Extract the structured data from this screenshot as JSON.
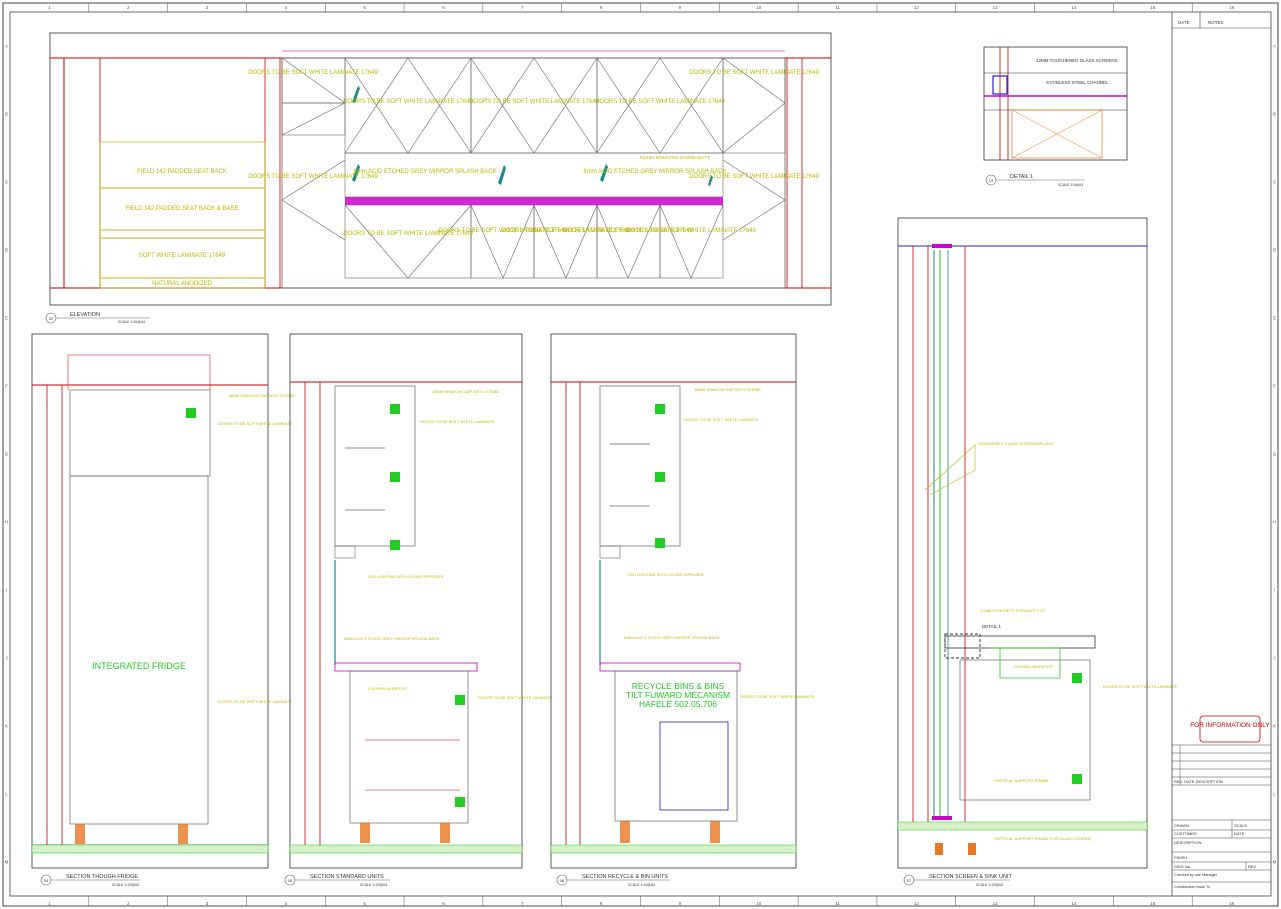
{
  "colors": {
    "frame": "#333333",
    "red": "#cc0000",
    "yellow": "#b8b800",
    "green": "#22cc22",
    "magenta": "#cc00cc",
    "blue": "#2222cc",
    "teal": "#1a8a8a",
    "orange": "#e87722",
    "grey": "#888888"
  },
  "grid": {
    "cols": [
      "1",
      "2",
      "3",
      "4",
      "5",
      "6",
      "7",
      "8",
      "9",
      "10",
      "11",
      "12",
      "13",
      "14",
      "15",
      "16"
    ],
    "rows": [
      "A",
      "B",
      "C",
      "D",
      "E",
      "F",
      "G",
      "H",
      "I",
      "J",
      "K",
      "L",
      "M"
    ]
  },
  "elevation": {
    "title": "ELEVATION",
    "scale": "SCALE 1:20@A3",
    "marker": "02",
    "left_panels": {
      "back": "FIELD 142 PADDED SEAT BACK",
      "base": "FIELD 142 PADDED SEAT BACK & BASE",
      "laminate": "SOFT WHITE LAMINATE 17649",
      "plinth": "NATURAL ANODIZED"
    },
    "upper_doors": [
      "DOORS TO BE SOFT WHITE LAMINATE 17649",
      "DOORS TO BE SOFT WHITE LAMINATE 17649",
      "DOORS TO BE SOFT WHITE LAMINATE 17649",
      "DOORS TO BE SOFT WHITE LAMINATE 17649",
      "DOORS TO BE SOFT WHITE LAMINATE 17649"
    ],
    "mid_left_door": "DOORS TO BE SOFT WHITE LAMINATE 17649",
    "mid_right_door": "DOORS TO BE SOFT WHITE LAMINATE 17649",
    "splash_left": "6mm ACID ETCHED GREY MIRROR SPLASH BACK",
    "splash_right": "6mm ACID ETCHED GREY MIRROR SPLASH BACK",
    "flush_lights": "FLUSH MOUNTED DOWNLIGHTS",
    "lower_doors": [
      "DOORS TO BE SOFT WHITE LAMINATE 17649",
      "DOORS TO BE SOFT WHITE LAMINATE 17649",
      "DOORS TO BE SOFT WHITE LAMINATE 17649",
      "DOORS TO BE SOFT WHITE LAMINATE 17649",
      "DOORS TO BE SOFT WHITE LAMINATE 17649"
    ]
  },
  "detail": {
    "title": "DETAIL 1",
    "scale": "SCALE 1:5@A3",
    "marker": "13",
    "glass": "12MM TOUGHENED GLASS SCREENS",
    "channel": "STAINLESS STEEL CHANNEL"
  },
  "section_fridge": {
    "title": "SECTION THOUGH FRIDGE",
    "scale": "SCALE 1:20@A3",
    "marker": "04",
    "label": "INTEGRATED FRIDGE",
    "note_top": "18MM SHADOW GAP WITH SCRIBE",
    "note_doors": "DOORS TO BE SOFT WHITE LAMINATE",
    "note_lower": "DOORS TO BE SOFT WHITE LAMINATE"
  },
  "section_standard": {
    "title": "SECTION STANDARD UNITS",
    "scale": "SCALE 1:20@A3",
    "marker": "05",
    "note_top": "18MM SHADOW GAP WITH SCRIBE",
    "note_doors": "DOORS TO BE SOFT WHITE LAMINATE",
    "note_light": "LED LIGHTING WITH COVER DIFFUSER",
    "note_splash": "6MM ACID ETCHED GREY MIRROR SPLASH BACK",
    "note_worktop": "CHOSEN WORKTOP",
    "note_lower": "DOORS TO BE SOFT WHITE LAMINATE"
  },
  "section_recycle": {
    "title": "SECTION RECYCLE & BIN UNITS",
    "scale": "SCALE 1:20@A3",
    "marker": "06",
    "label_lines": [
      "RECYCLE BINS & BINS",
      "TILT FUWARD MECANISM",
      "HAFELE 502.05.706"
    ],
    "note_top": "18MM SHADOW GAP WITH SCRIBE",
    "note_doors": "DOORS TO BE SOFT WHITE LAMINATE",
    "note_light": "LED LIGHTING WITH COVER DIFFUSER",
    "note_splash": "6MM ACID ETCHED GREY MIRROR SPLASH BACK",
    "note_lower": "DOORS TO BE SOFT WHITE LAMINATE"
  },
  "section_screen": {
    "title": "SECTION SCREEN & SINK UNIT",
    "scale": "SCALE 1:20@A3",
    "marker": "07",
    "detail_tag": "DETAIL 1",
    "note_glass": "TOUGHENED GLASS SCREEN/SPLASH",
    "note_worktop": "CHOSEN WORKTOP",
    "note_channel": "12MM CONCRETE STRAIGHT CUT",
    "note_doors": "DOORS TO BE SOFT WHITE LAMINATE",
    "note_bracket": "VERTICAL SUPPORT FRAME",
    "note_support": "VERTICAL SUPPORT FRAME FOR GLASS SCREEN"
  },
  "titleblock": {
    "date_hdr": "DATE",
    "notes_hdr": "NOTES",
    "for_info": "FOR INFORMATION ONLY",
    "rev_hdr": "REV. DATE DESCRIPTION",
    "drawn": "DRAWN",
    "scale_lbl": "SCALE",
    "customer": "CUSTOMER",
    "date_lbl": "DATE",
    "description": "DESCRIPTION",
    "finish": "FINISH",
    "dwg_no": "DWG No.",
    "rev_lbl": "REV",
    "checked": "Checked by site Manager",
    "construction": "Construction issue To"
  }
}
